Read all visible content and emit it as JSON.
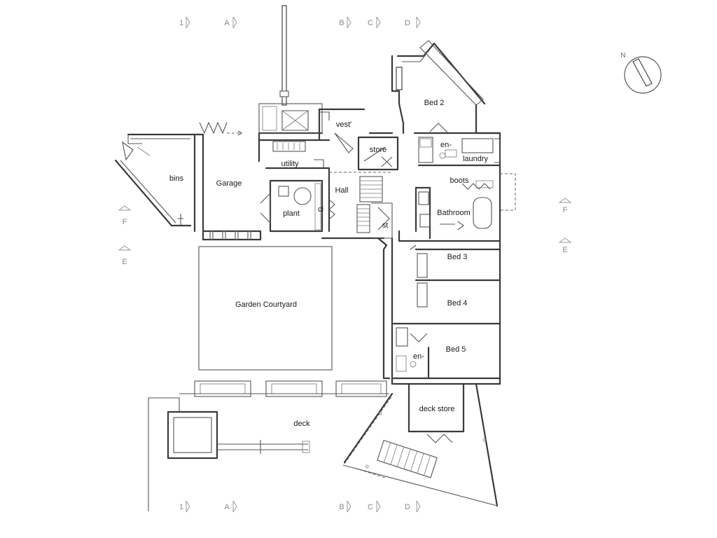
{
  "rooms": {
    "bed2": "Bed 2",
    "en_suite_top": "en-",
    "laundry": "laundry",
    "vestibule": "vest'",
    "store": "store",
    "utility": "utility",
    "garage": "Garage",
    "bins": "bins",
    "hall": "Hall",
    "plant": "plant",
    "cloak": "cl",
    "stairs": "st",
    "boots": "boots",
    "bathroom": "Bathroom",
    "bed3": "Bed 3",
    "bed4": "Bed 4",
    "bed5": "Bed 5",
    "en_suite_bottom": "en-",
    "garden_courtyard": "Garden Courtyard",
    "deck": "deck",
    "deck_store": "deck store"
  },
  "grid_lines": {
    "top": [
      "1",
      "A",
      "B",
      "C",
      "D"
    ],
    "bottom": [
      "1",
      "A",
      "B",
      "C",
      "D"
    ],
    "left": [
      "F",
      "E"
    ],
    "right": [
      "F",
      "E"
    ]
  },
  "north_label": "N"
}
